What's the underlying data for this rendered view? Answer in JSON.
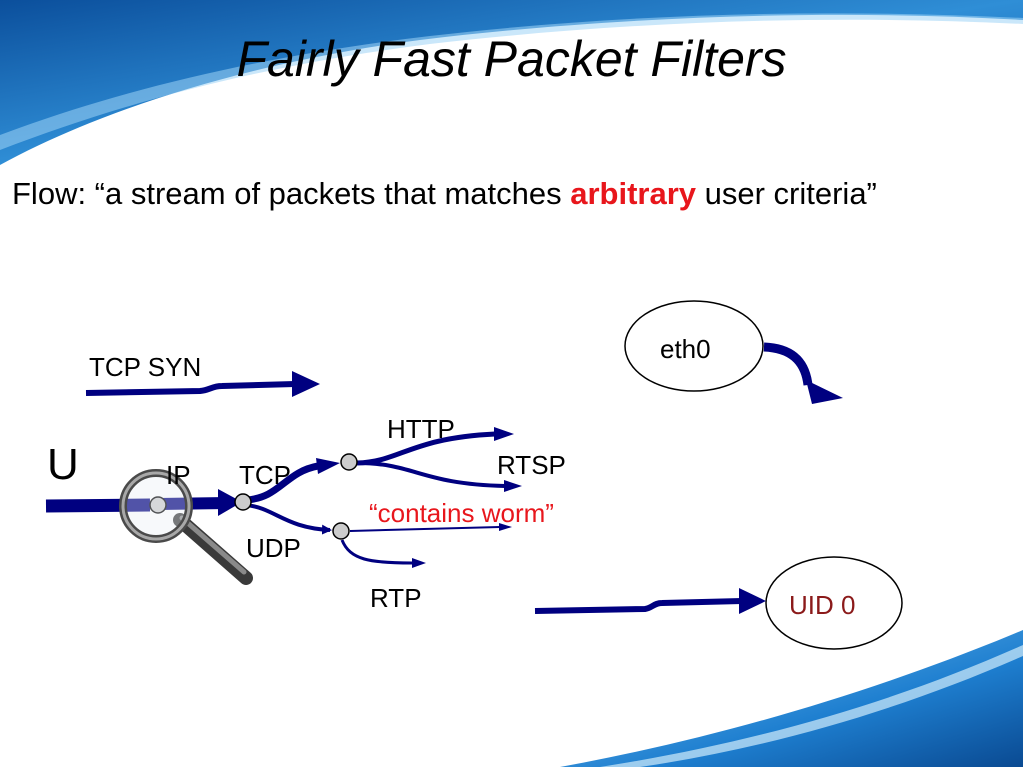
{
  "slide": {
    "title": "Fairly Fast Packet Filters",
    "subtitle": {
      "prefix": "Flow: “a stream of packets that matches ",
      "emphasis": "arbitrary",
      "suffix": " user criteria”"
    }
  },
  "diagram": {
    "labels": {
      "tcp_syn": "TCP SYN",
      "u": "U",
      "ip": "IP",
      "tcp": "TCP",
      "udp": "UDP",
      "http": "HTTP",
      "rtsp": "RTSP",
      "contains_worm": "“contains worm”",
      "rtp": "RTP",
      "eth0": "eth0",
      "uid0": "UID 0"
    }
  },
  "colors": {
    "arrow": "#000080",
    "emphasis": "#e8161c",
    "worm_label": "#e8161c",
    "uid_label": "#8b1a1a",
    "water_dark": "#0b56a6",
    "water_light": "#7fc3ee"
  },
  "icons": [
    "magnifying-glass-icon"
  ]
}
